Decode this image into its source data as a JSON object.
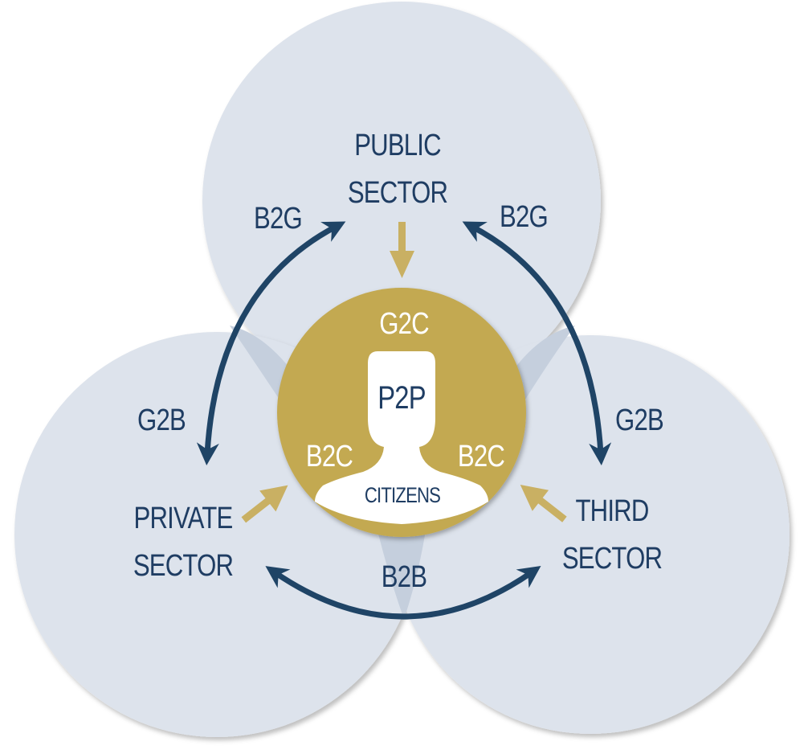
{
  "sectors": {
    "public": {
      "line1": "PUBLIC",
      "line2": "SECTOR"
    },
    "private": {
      "line1": "PRIVATE",
      "line2": "SECTOR"
    },
    "third": {
      "line1": "THIRD",
      "line2": "SECTOR"
    }
  },
  "relations": {
    "b2g_left": "B2G",
    "b2g_right": "B2G",
    "g2b_left": "G2B",
    "g2b_right": "G2B",
    "b2b": "B2B",
    "g2c": "G2C",
    "p2p": "P2P",
    "b2c_left": "B2C",
    "b2c_right": "B2C"
  },
  "center": {
    "citizens": "CITIZENS"
  },
  "colors": {
    "circle_fill": "#dde3ec",
    "overlap_fill": "#c5cfdd",
    "arrow_navy": "#1f4466",
    "gold": "#c3a951",
    "gold_arrow": "#c9b063",
    "text_navy": "#1f3d63"
  }
}
